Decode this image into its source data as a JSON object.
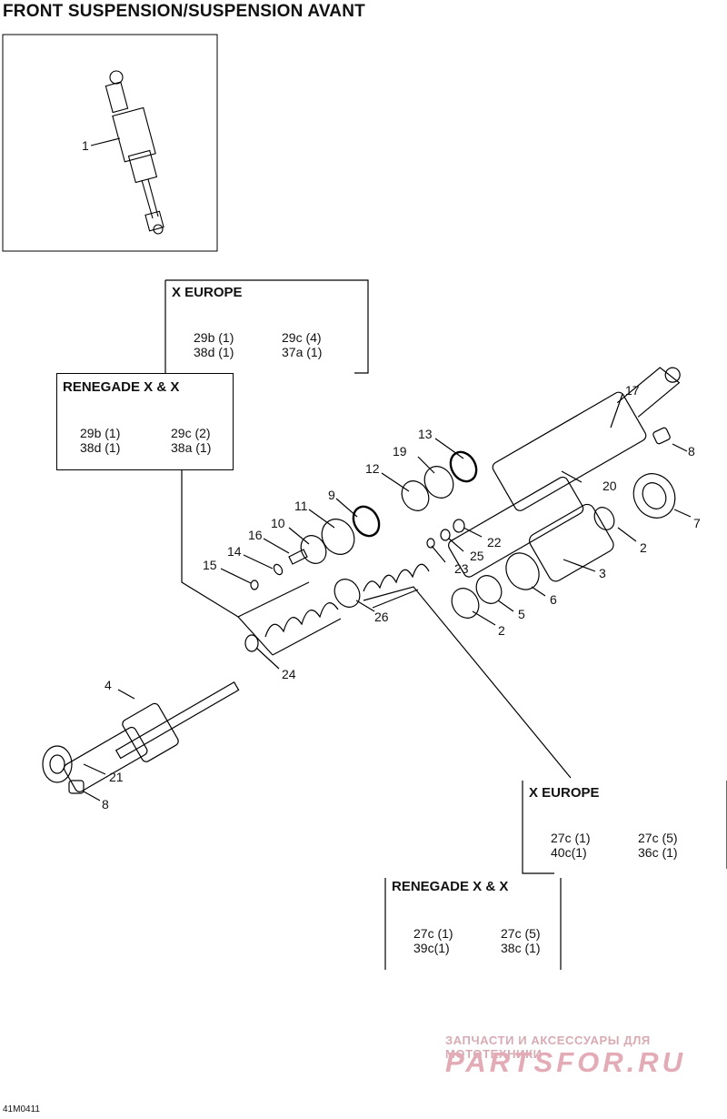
{
  "title": "FRONT SUSPENSION/SUSPENSION AVANT",
  "part_callouts": [
    "1",
    "17",
    "8",
    "13",
    "19",
    "12",
    "20",
    "9",
    "11",
    "10",
    "16",
    "14",
    "15",
    "7",
    "22",
    "2",
    "25",
    "23",
    "3",
    "6",
    "5",
    "26",
    "2",
    "24",
    "4",
    "21",
    "8"
  ],
  "kit_boxes": [
    {
      "title": "X EUROPE",
      "rows": [
        [
          "29b (1)",
          "29c (4)"
        ],
        [
          "38d (1)",
          "37a (1)"
        ]
      ]
    },
    {
      "title": "RENEGADE X & X",
      "rows": [
        [
          "29b (1)",
          "29c (2)"
        ],
        [
          "38d (1)",
          "38a (1)"
        ]
      ]
    },
    {
      "title": "X EUROPE",
      "rows": [
        [
          "27c (1)",
          "27c (5)"
        ],
        [
          "40c(1)",
          "36c (1)"
        ]
      ]
    },
    {
      "title": "RENEGADE X & X",
      "rows": [
        [
          "27c (1)",
          "27c (5)"
        ],
        [
          "39c(1)",
          "38c (1)"
        ]
      ]
    }
  ],
  "watermark": {
    "line1": "ЗАПЧАСТИ И АКСЕССУАРЫ ДЛЯ МОТОТЕХНИКИ",
    "line2": "PARTSFOR.RU"
  },
  "reference": "41M0411"
}
